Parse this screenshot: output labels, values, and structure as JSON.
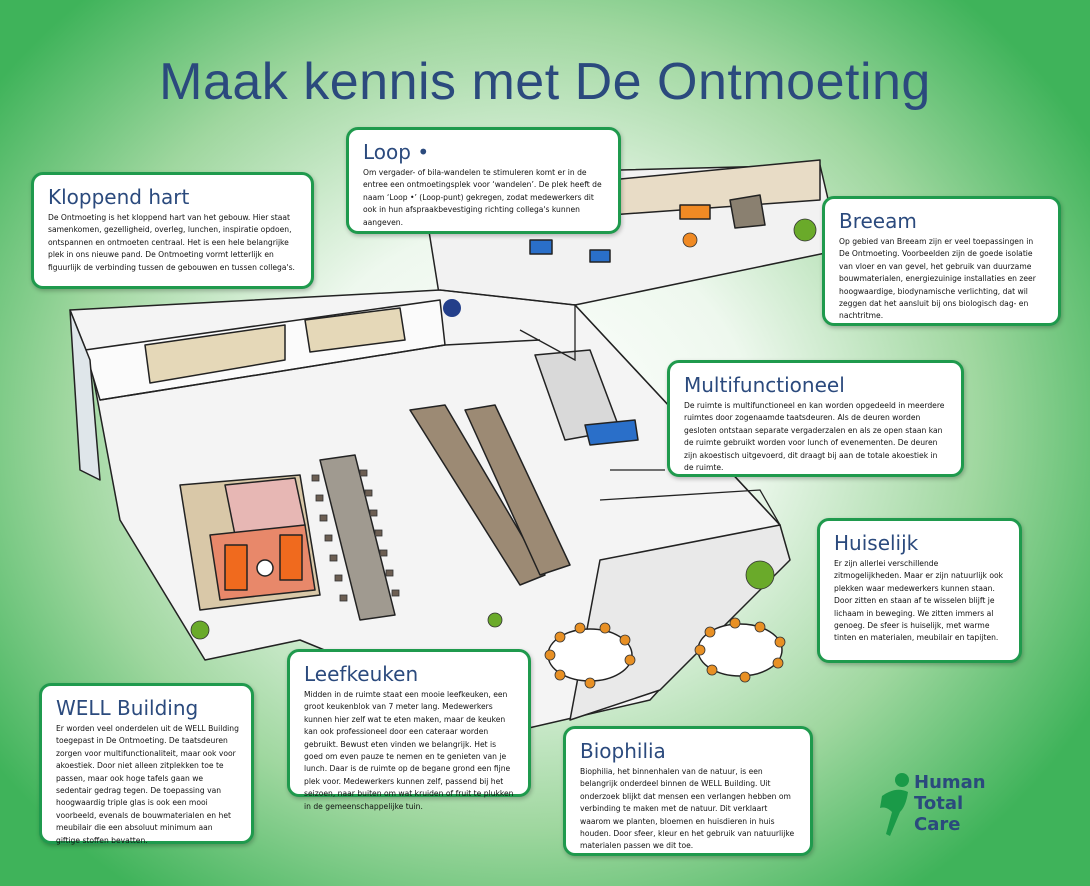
{
  "title": "Maak kennis met De Ontmoeting",
  "boxes": {
    "kloppend_hart": {
      "heading": "Kloppend hart",
      "text": "De Ontmoeting is het kloppend hart van het gebouw. Hier staat samenkomen, gezelligheid, overleg, lunchen, inspiratie opdoen, ontspannen en ontmoeten centraal. Het is een hele belangrijke plek in ons nieuwe pand. De Ontmoeting vormt letterlijk en figuurlijk de verbinding tussen de gebouwen en tussen collega's."
    },
    "loop": {
      "heading": "Loop •",
      "text": "Om vergader- of bila-wandelen te stimuleren komt er in de entree een ontmoetingsplek voor ‘wandelen’. De plek heeft de naam ‘Loop •’ (Loop-punt) gekregen, zodat medewerkers dit ook in hun afspraakbevestiging richting collega's kunnen aangeven."
    },
    "breeam": {
      "heading": "Breeam",
      "text": "Op gebied van Breeam zijn er veel toepassingen in De Ontmoeting. Voorbeelden zijn de goede isolatie van vloer en van gevel, het gebruik van duurzame bouwmaterialen, energiezuinige installaties en zeer hoogwaardige, biodynamische verlichting, dat wil zeggen dat het aansluit bij ons biologisch dag- en nachtritme."
    },
    "multifunctioneel": {
      "heading": "Multifunctioneel",
      "text": "De ruimte is multifunctioneel en kan worden opgedeeld in meerdere ruimtes door zogenaamde taatsdeuren. Als de deuren worden gesloten ontstaan separate vergaderzalen en als ze open staan kan de ruimte gebruikt worden voor lunch of evenementen. De deuren zijn akoestisch uitgevoerd, dit draagt bij aan de totale akoestiek in de ruimte."
    },
    "huiselijk": {
      "heading": "Huiselijk",
      "text": "Er zijn allerlei verschillende zitmogelijkheden. Maar er zijn natuurlijk ook plekken waar medewerkers kunnen staan. Door zitten en staan af te wisselen blijft je lichaam in beweging. We zitten immers al genoeg. De sfeer is huiselijk, met warme tinten en materialen, meubilair en tapijten."
    },
    "leefkeuken": {
      "heading": "Leefkeuken",
      "text": "Midden in de ruimte staat een mooie leefkeuken, een groot keukenblok van 7 meter lang. Medewerkers kunnen hier zelf wat te eten maken, maar de keuken kan ook professioneel door een cateraar worden gebruikt. Bewust eten vinden we belangrijk. Het is goed om even pauze te nemen en te genieten van je lunch. Daar is de ruimte op de begane grond een fijne plek voor. Medewerkers kunnen zelf, passend bij het seizoen, naar buiten om wat kruiden of fruit te plukken in de gemeenschappelijke tuin."
    },
    "well": {
      "heading": "WELL Building",
      "text": "Er worden veel onderdelen uit de WELL Building toegepast in De Ontmoeting. De taatsdeuren zorgen voor multifunctionaliteit, maar ook voor akoestiek. Door niet alleen zitplekken toe te passen, maar ook hoge tafels gaan we sedentair gedrag tegen. De toepassing van hoogwaardig triple glas is ook een mooi voorbeeld, evenals de bouwmaterialen en het meubilair die een absoluut minimum aan giftige stoffen bevatten."
    },
    "biophilia": {
      "heading": "Biophilia",
      "text": "Biophilia, het binnenhalen van de natuur, is een belangrijk onderdeel binnen de WELL Building. Uit onderzoek blijkt dat mensen een verlangen hebben om verbinding te maken met de natuur. Dit verklaart waarom we planten, bloemen en huisdieren in huis houden. Door sfeer, kleur en het gebruik van natuurlijke materialen passen we dit toe."
    }
  },
  "logo": {
    "line1": "Human",
    "line2": "Total",
    "line3": "Care"
  },
  "colors": {
    "title": "#2b4a7d",
    "border": "#1f9a4d",
    "background_edge": "#3fb35a"
  }
}
